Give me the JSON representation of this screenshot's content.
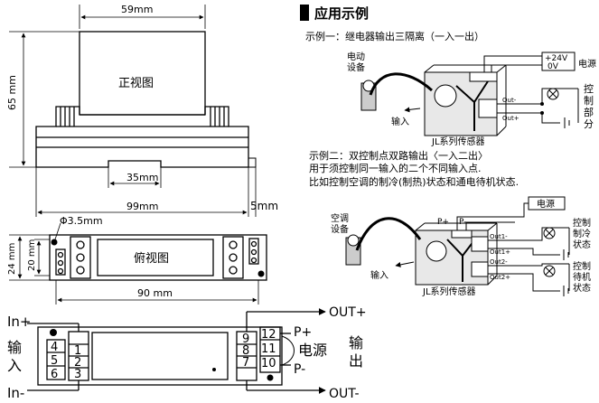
{
  "dimensions": {
    "top_width": "59mm",
    "height": "65 mm",
    "base_inner": "35mm",
    "base_total": "99mm",
    "rail_offset": "5mm",
    "hole": "Φ3.5mm",
    "side_outer": "24 mm",
    "side_inner": "20 mm",
    "plan_length": "90 mm"
  },
  "views": {
    "front": "正视图",
    "top": "俯视图"
  },
  "wiring": {
    "in_plus": "In+",
    "in_minus": "In-",
    "input_l1": "输",
    "input_l2": "入",
    "out_plus": "OUT+",
    "out_minus": "OUT-",
    "p_plus": "P+",
    "p_minus": "P-",
    "power": "电源",
    "output_l1": "输",
    "output_l2": "出",
    "left_terminals": [
      "4",
      "5",
      "6",
      "1",
      "2",
      "3"
    ],
    "right_terminals": [
      "9",
      "8",
      "7",
      "12",
      "11",
      "10"
    ]
  },
  "application": {
    "heading": "应用示例",
    "ex1_title": "示例一：继电器输出三隔离（一入一出）",
    "ex1_device_l1": "电动",
    "ex1_device_l2": "设备",
    "ex1_input": "输入",
    "ex1_sensor": "JL系列传感器",
    "ex1_power_v": "+24V",
    "ex1_power_0": "0V",
    "ex1_power_label": "电源",
    "ex1_out_minus": "Out-",
    "ex1_out_plus": "Out+",
    "ex1_ctrl_l1": "控",
    "ex1_ctrl_l2": "制",
    "ex1_ctrl_l3": "部",
    "ex1_ctrl_l4": "分",
    "ex2_title": "示例二：双控制点双路输出〈一入二出〉",
    "ex2_desc1": "用于须控制同一输入的二个不同输入点.",
    "ex2_desc2": "比如控制空调的制冷(制热)状态和通电待机状态.",
    "ex2_device_l1": "空调",
    "ex2_device_l2": "设备",
    "ex2_p_plus": "P+",
    "ex2_p_minus": "P-",
    "ex2_power": "电源",
    "ex2_out1_minus": "Out1-",
    "ex2_out1_plus": "Out1+",
    "ex2_out2_minus": "Out2-",
    "ex2_out2_plus": "Out2+",
    "ex2_ctrl1_l1": "控制",
    "ex2_ctrl1_l2": "制冷",
    "ex2_ctrl1_l3": "状态",
    "ex2_ctrl2_l1": "控制",
    "ex2_ctrl2_l2": "待机",
    "ex2_ctrl2_l3": "状态",
    "ex2_input": "输入",
    "ex2_sensor": "JL系列传感器"
  }
}
